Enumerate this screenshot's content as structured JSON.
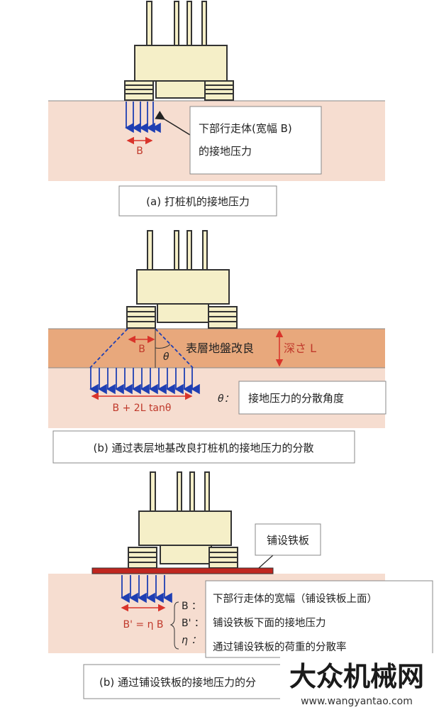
{
  "panel_a": {
    "label_b": "B",
    "callout_line1": "下部行走体(宽幅 B)",
    "callout_line2": "的接地压力",
    "caption": "(a) 打桩机的接地压力"
  },
  "panel_b": {
    "label_b": "B",
    "theta": "θ",
    "layer_label": "表層地盤改良",
    "depth_label": "深さ L",
    "spread_label": "B + 2L tanθ",
    "theta_prefix": "θ：",
    "theta_desc": "接地压力的分散角度",
    "caption": "(b) 通过表层地基改良打桩机的接地压力的分散"
  },
  "panel_c": {
    "plate_label": "铺设铁板",
    "spread_label": "B' = η B",
    "legend_b": "B ：",
    "legend_b2": "B' ：",
    "legend_eta": "η ：",
    "desc_line1": "下部行走体的宽幅（铺设铁板上面）",
    "desc_line2": "铺设铁板下面的接地压力",
    "desc_line3": "通过铺设铁板的荷重的分散率",
    "caption": "(b) 通过铺设铁板的接地压力的分"
  },
  "watermark": {
    "cn": "大众机械网",
    "url": "www.wangyantao.com"
  },
  "colors": {
    "soil": "#f6ddd0",
    "improved_layer": "#e8a87c",
    "machine": "#f5efc8",
    "arrow_blue": "#1f3fb3",
    "dim_red": "#d9342b",
    "plate": "#c0261f"
  }
}
